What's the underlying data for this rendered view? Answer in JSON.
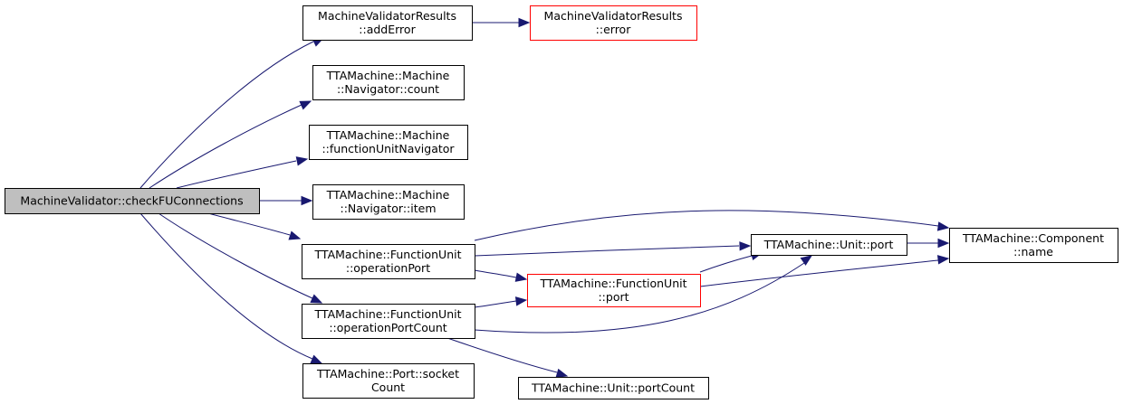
{
  "graph": {
    "nodes": {
      "check_fu": {
        "lines": [
          "MachineValidator::checkFUConnections"
        ],
        "style": "focus"
      },
      "add_error": {
        "lines": [
          "MachineValidatorResults",
          "::addError"
        ],
        "style": "normal"
      },
      "error": {
        "lines": [
          "MachineValidatorResults",
          "::error"
        ],
        "style": "truncated"
      },
      "nav_count": {
        "lines": [
          "TTAMachine::Machine",
          "::Navigator::count"
        ],
        "style": "normal"
      },
      "fu_navigator": {
        "lines": [
          "TTAMachine::Machine",
          "::functionUnitNavigator"
        ],
        "style": "normal"
      },
      "nav_item": {
        "lines": [
          "TTAMachine::Machine",
          "::Navigator::item"
        ],
        "style": "normal"
      },
      "operation_port": {
        "lines": [
          "TTAMachine::FunctionUnit",
          "::operationPort"
        ],
        "style": "normal"
      },
      "operation_port_count": {
        "lines": [
          "TTAMachine::FunctionUnit",
          "::operationPortCount"
        ],
        "style": "normal"
      },
      "port_socket_count": {
        "lines": [
          "TTAMachine::Port::socket",
          "Count"
        ],
        "style": "normal"
      },
      "fu_port": {
        "lines": [
          "TTAMachine::FunctionUnit",
          "::port"
        ],
        "style": "truncated"
      },
      "unit_port": {
        "lines": [
          "TTAMachine::Unit::port"
        ],
        "style": "normal"
      },
      "unit_port_count": {
        "lines": [
          "TTAMachine::Unit::portCount"
        ],
        "style": "normal"
      },
      "component_name": {
        "lines": [
          "TTAMachine::Component",
          "::name"
        ],
        "style": "normal"
      }
    },
    "edges": [
      {
        "from": "check_fu",
        "to": "add_error"
      },
      {
        "from": "check_fu",
        "to": "nav_count"
      },
      {
        "from": "check_fu",
        "to": "fu_navigator"
      },
      {
        "from": "check_fu",
        "to": "nav_item"
      },
      {
        "from": "check_fu",
        "to": "operation_port"
      },
      {
        "from": "check_fu",
        "to": "operation_port_count"
      },
      {
        "from": "check_fu",
        "to": "port_socket_count"
      },
      {
        "from": "add_error",
        "to": "error"
      },
      {
        "from": "operation_port",
        "to": "component_name"
      },
      {
        "from": "operation_port",
        "to": "unit_port"
      },
      {
        "from": "operation_port",
        "to": "fu_port"
      },
      {
        "from": "operation_port_count",
        "to": "fu_port"
      },
      {
        "from": "operation_port_count",
        "to": "unit_port"
      },
      {
        "from": "operation_port_count",
        "to": "unit_port_count"
      },
      {
        "from": "fu_port",
        "to": "unit_port"
      },
      {
        "from": "fu_port",
        "to": "component_name"
      },
      {
        "from": "unit_port",
        "to": "component_name"
      }
    ]
  },
  "colors": {
    "edge": "#191970",
    "focus_fill": "#bfbfbf",
    "node_border": "#000000",
    "truncated_border": "#ff0000",
    "background": "#ffffff"
  }
}
